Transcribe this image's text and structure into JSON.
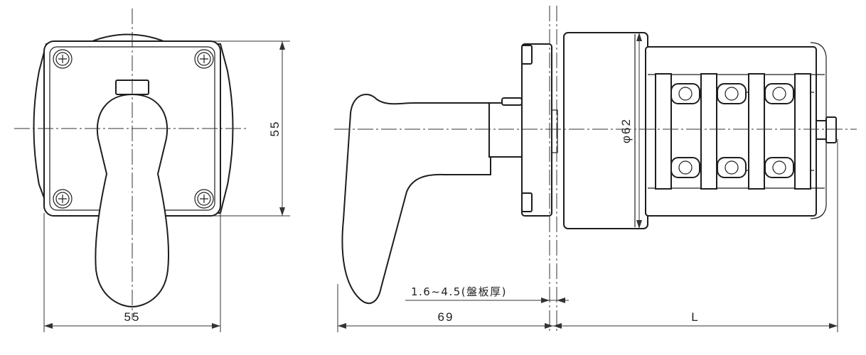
{
  "dimensions": {
    "front_width": "55",
    "front_height": "55",
    "body_diameter": "φ62",
    "handle_length": "69",
    "panel_thickness": "1.6~4.5(盤板厚)",
    "overall_length": "L"
  }
}
